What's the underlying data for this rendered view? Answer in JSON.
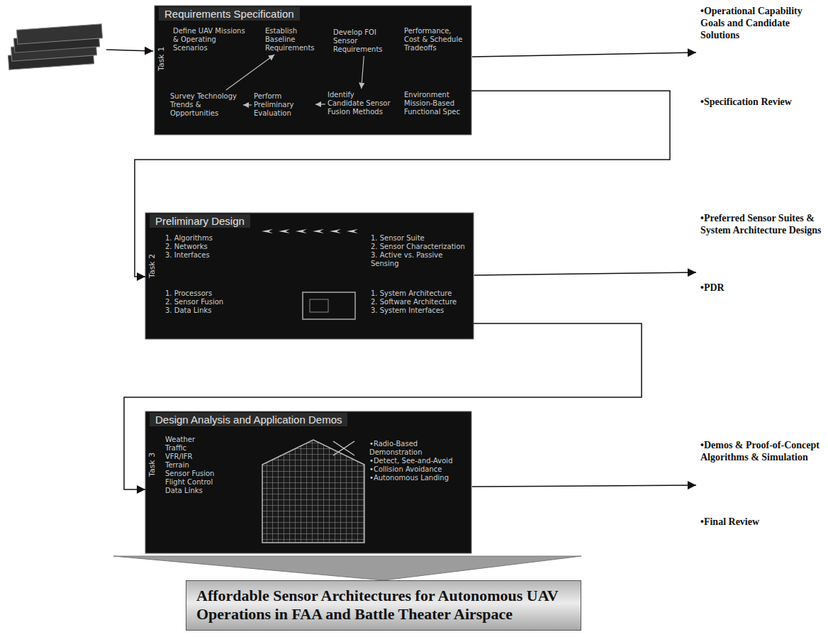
{
  "diagram": {
    "nodes": [
      {
        "text": [
          "Requirements Specification",
          "Task 1"
        ]
      },
      {
        "text": [
          "Define UAV Missions & Operating Scenarios"
        ],
        "in": 0
      },
      {
        "text": [
          "Establish Baseline Requirements"
        ],
        "in": 0
      },
      {
        "text": [
          "Develop FOI Sensor Requirements"
        ],
        "in": 0
      },
      {
        "text": [
          "Performance, Cost & Schedule Tradeoffs"
        ],
        "in": 0
      },
      {
        "text": [
          "Survey Technology Trends & Opportunities"
        ],
        "in": 0
      },
      {
        "text": [
          "Perform Preliminary Evaluation"
        ],
        "in": 0
      },
      {
        "text": [
          "Identify Candidate Sensor Fusion Methods"
        ],
        "in": 0
      },
      {
        "text": [
          "Environment",
          "Mission-Based",
          "Functional Spec"
        ],
        "in": 0
      },
      {
        "text": [
          "Preliminary Design",
          "Task 2"
        ]
      },
      {
        "text": [
          "1. Algorithms",
          "2. Networks",
          "3. Interfaces"
        ],
        "in": 9
      },
      {
        "text": [
          "1. Processors",
          "2. Sensor Fusion",
          "3. Data Links"
        ],
        "in": 9
      },
      {
        "text": [
          "1. Sensor Suite",
          "2. Sensor Characterization",
          "3. Active vs. Passive Sensing"
        ],
        "in": 9
      },
      {
        "text": [
          "1. System Architecture",
          "2. Software Architecture",
          "3. System Interfaces"
        ],
        "in": 9
      },
      {
        "text": [
          "Design Analysis and Application Demos",
          "Task 3"
        ]
      },
      {
        "text": [
          "Weather",
          "Traffic",
          "VFR/IFR",
          "Terrain",
          "Sensor Fusion",
          "Flight Control",
          "Data Links"
        ],
        "in": 14
      },
      {
        "text": [
          "•Radio-Based Demonstration",
          "•Detect, See-and-Avoid",
          "•Collision Avoidance",
          "•Autonomous Landing"
        ],
        "in": 14
      },
      {
        "text": [
          "Affordable Sensor Architectures for Autonomous UAV Operations in FAA and Battle Theater Airspace"
        ]
      }
    ],
    "edges": [
      {
        "from": 0,
        "to": 9,
        "arrow": "to"
      },
      {
        "from": 9,
        "to": 14,
        "arrow": "to"
      },
      {
        "from": 14,
        "to": 17,
        "arrow": "to"
      },
      {
        "from": 3,
        "to": 7,
        "arrow": "to"
      },
      {
        "from": 7,
        "to": 6,
        "arrow": "to"
      },
      {
        "from": 6,
        "to": 5,
        "arrow": "to"
      },
      {
        "from": 5,
        "to": 2,
        "arrow": "to"
      }
    ],
    "labels": [
      "•Operational Capability Goals and Candidate Solutions",
      "•Specification Review",
      "•Preferred Sensor Suites & System Architecture Designs",
      "•PDR",
      "•Demos & Proof-of-Concept Algorithms & Simulation",
      "•Final Review"
    ]
  }
}
